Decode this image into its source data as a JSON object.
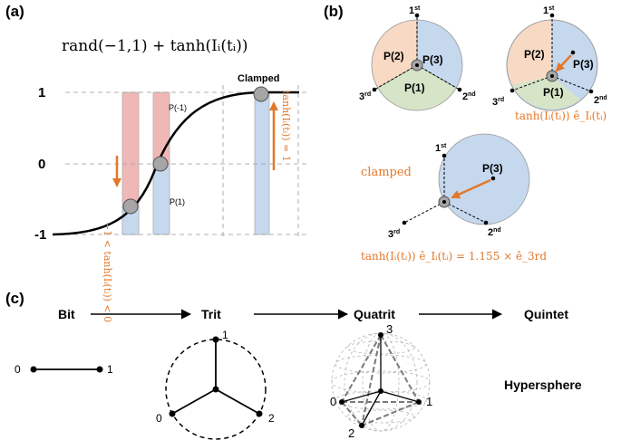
{
  "panel_a": {
    "label": "(a)",
    "formula": "rand(−1,1) + tanh(Iᵢ(tᵢ))",
    "y_ticks": [
      "1",
      "0",
      "-1"
    ],
    "p_minus1": "P(-1)",
    "p_plus1": "P(1)",
    "clamped": "Clamped",
    "left_annotation": "−1 < tanh(Iᵢ(tᵢ)) < 0",
    "right_annotation": "tanh(Iᵢ(tᵢ)) = 1"
  },
  "panel_b": {
    "label": "(b)",
    "p1": "P(1)",
    "p2": "P(2)",
    "p3": "P(3)",
    "first": "1",
    "first_sup": "st",
    "second": "2",
    "second_sup": "nd",
    "third": "3",
    "third_sup": "rd",
    "direction_label": "tanh(Iᵢ(tᵢ)) ê_Iᵢ(tᵢ)",
    "clamped": "clamped",
    "clamped_equation": "tanh(Iᵢ(tᵢ)) ê_Iᵢ(tᵢ) = 1.155 × ê_3rd",
    "colors": {
      "p1": "#d6e5c8",
      "p2": "#f8d9c4",
      "p3": "#c5d8ee",
      "arrow": "#e4782a"
    }
  },
  "panel_c": {
    "label": "(c)",
    "bit": "Bit",
    "trit": "Trit",
    "quatrit": "Quatrit",
    "quintet": "Quintet",
    "hypersphere": "Hypersphere",
    "bit_nodes": [
      "0",
      "1"
    ],
    "trit_nodes": [
      "1",
      "0",
      "2"
    ],
    "quatrit_nodes": [
      "3",
      "0",
      "1",
      "2"
    ]
  }
}
